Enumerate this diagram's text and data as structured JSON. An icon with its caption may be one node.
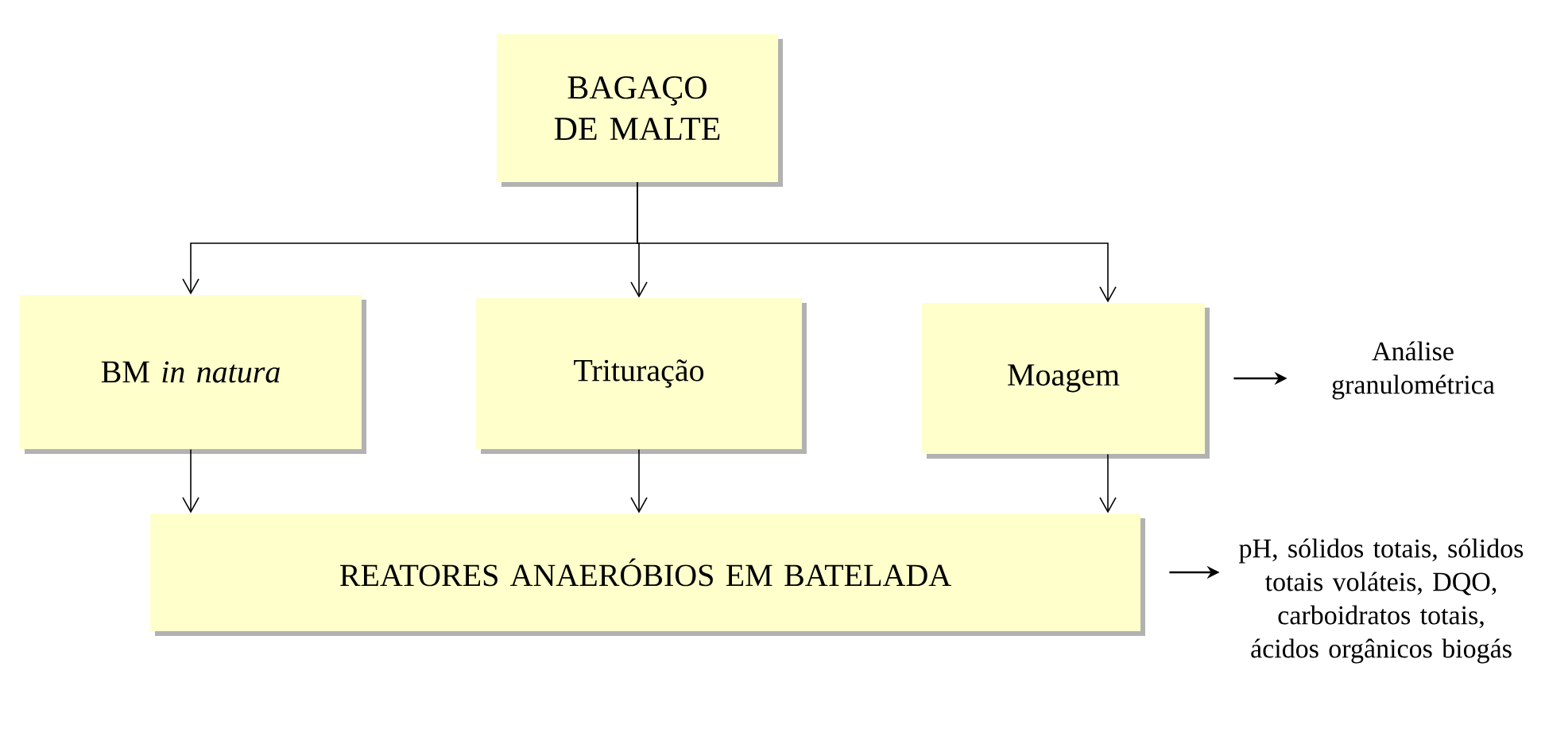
{
  "diagram": {
    "nodes": [
      {
        "text": [
          "BAGAÇO DE MALTE"
        ]
      },
      {
        "text": [
          "BM *in natura*"
        ]
      },
      {
        "text": [
          "Trituração"
        ]
      },
      {
        "text": [
          "Moagem"
        ]
      },
      {
        "text": [
          "REATORES ANAERÓBIOS EM BATELADA"
        ]
      },
      {
        "text": [
          "Análise granulométrica"
        ]
      },
      {
        "text": [
          "pH, sólidos totais, sólidos totais voláteis, DQO, carboidratos totais, ácidos orgânicos biogás"
        ]
      }
    ],
    "edges": [
      {
        "from": 0,
        "to": 1,
        "arrow": "to"
      },
      {
        "from": 0,
        "to": 2,
        "arrow": "to"
      },
      {
        "from": 0,
        "to": 3,
        "arrow": "to"
      },
      {
        "from": 1,
        "to": 4,
        "arrow": "to"
      },
      {
        "from": 2,
        "to": 4,
        "arrow": "to"
      },
      {
        "from": 3,
        "to": 4,
        "arrow": "to"
      },
      {
        "from": 3,
        "to": 5,
        "arrow": "to"
      },
      {
        "from": 4,
        "to": 6,
        "arrow": "to"
      }
    ]
  }
}
